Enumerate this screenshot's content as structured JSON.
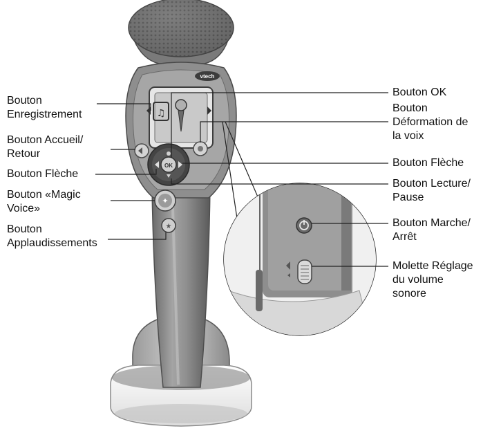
{
  "brand": {
    "logo_text": "vtech"
  },
  "labels": {
    "record": [
      "Bouton",
      "Enregistrement"
    ],
    "home_back": [
      "Bouton Accueil/",
      "Retour"
    ],
    "arrow_left": [
      "Bouton Flèche"
    ],
    "magic_voice": [
      "Bouton «Magic",
      "Voice»"
    ],
    "applause": [
      "Bouton",
      "Applaudissements"
    ],
    "ok": [
      "Bouton OK"
    ],
    "voice_distortion": [
      "Bouton",
      "Déformation de",
      "la voix"
    ],
    "arrow_right": [
      "Bouton Flèche"
    ],
    "play_pause": [
      "Bouton Lecture/",
      "Pause"
    ],
    "power": [
      "Bouton Marche/",
      "Arrêt"
    ],
    "volume": [
      "Molette Réglage",
      "du volume",
      "sonore"
    ]
  },
  "colors": {
    "body": "#8c8c8c",
    "body_dark": "#5e5e5e",
    "body_light": "#b4b4b4",
    "trim": "#d8d8d8",
    "screen": "#c9c9c9",
    "base_white": "#f3f3f3",
    "line": "#222222"
  }
}
